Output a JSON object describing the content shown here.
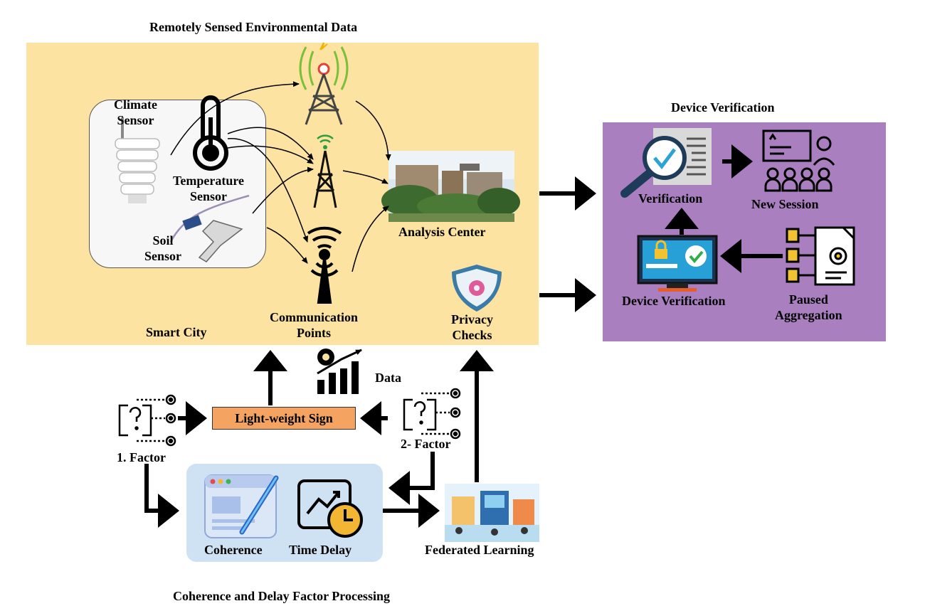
{
  "titles": {
    "remote_sensed": "Remotely Sensed Environmental Data",
    "device_verification": "Device Verification",
    "coherence_processing": "Coherence and Delay Factor Processing"
  },
  "smart_city": {
    "label": "Smart City",
    "climate_sensor": "Climate\nSensor",
    "temperature_sensor": "Temperature\nSensor",
    "soil_sensor": "Soil\nSensor",
    "communication_points": "Communication\nPoints",
    "analysis_center": "Analysis Center",
    "privacy_checks": "Privacy\nChecks"
  },
  "verification": {
    "verification": "Verification",
    "new_session": "New Session",
    "device_verification": "Device Verification",
    "paused_aggregation": "Paused\nAggregation"
  },
  "processing": {
    "data": "Data",
    "light_weight_sign": "Light-weight  Sign",
    "factor1": "1. Factor",
    "factor2": "2- Factor",
    "coherence": "Coherence",
    "time_delay": "Time Delay",
    "federated_learning": "Federated Learning"
  },
  "colors": {
    "smart_city_bg": "#fde3a1",
    "verify_bg": "#a97fbf",
    "coherence_bg": "#cfe2f3",
    "sign_bg": "#f4a460"
  }
}
